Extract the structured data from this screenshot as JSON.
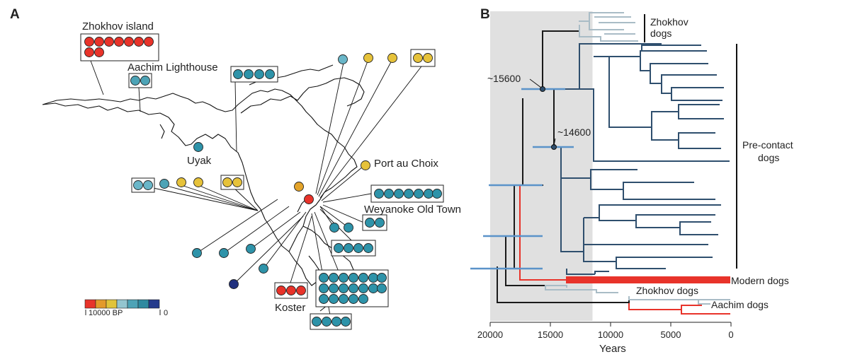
{
  "panel_a": {
    "letter": "A",
    "labels": {
      "zhokhov": "Zhokhov island",
      "aachim": "Aachim Lighthouse",
      "uyak": "Uyak",
      "port": "Port au Choix",
      "weyanoke": "Weyanoke Old Town",
      "koster": "Koster"
    },
    "legend": {
      "left_label": "10000 BP",
      "right_label": "0",
      "colors": [
        "#e8332a",
        "#e39a2a",
        "#e0c43a",
        "#93c5cf",
        "#4da3b6",
        "#2f8aa0",
        "#253b8c"
      ]
    },
    "colors": {
      "red": "#e8332a",
      "orange": "#e3a32a",
      "yellow": "#e6c23a",
      "lightteal": "#69b6c8",
      "teal": "#2e93a9",
      "navy": "#22317e"
    }
  },
  "panel_b": {
    "letter": "B",
    "labels": {
      "node1": "~15600",
      "node2": "~14600",
      "zhokhov_top_1": "Zhokhov",
      "zhokhov_top_2": "dogs",
      "precontact_1": "Pre-contact",
      "precontact_2": "dogs",
      "modern": "Modern dogs",
      "zhokhov_bottom": "Zhokhov dogs",
      "aachim": "Aachim dogs"
    },
    "colors": {
      "precontact": "#2f4f6e",
      "zhokhov": "#a9bcc6",
      "modern": "#e8332a",
      "root": "#1a1a1a",
      "ci": "#5b93c9",
      "shade": "#e0e0e0"
    }
  },
  "chart_data": {
    "type": "tree",
    "xlabel": "Years",
    "x_ticks": [
      20000,
      15000,
      10000,
      5000,
      0
    ],
    "xlim": [
      20000,
      0
    ],
    "shaded_range": [
      20000,
      11500
    ],
    "nodes": [
      {
        "label": "~15600",
        "years": 15600
      },
      {
        "label": "~14600",
        "years": 14600
      }
    ],
    "clades": [
      "Zhokhov dogs",
      "Pre-contact dogs",
      "Modern dogs",
      "Zhokhov dogs",
      "Aachim dogs"
    ]
  }
}
